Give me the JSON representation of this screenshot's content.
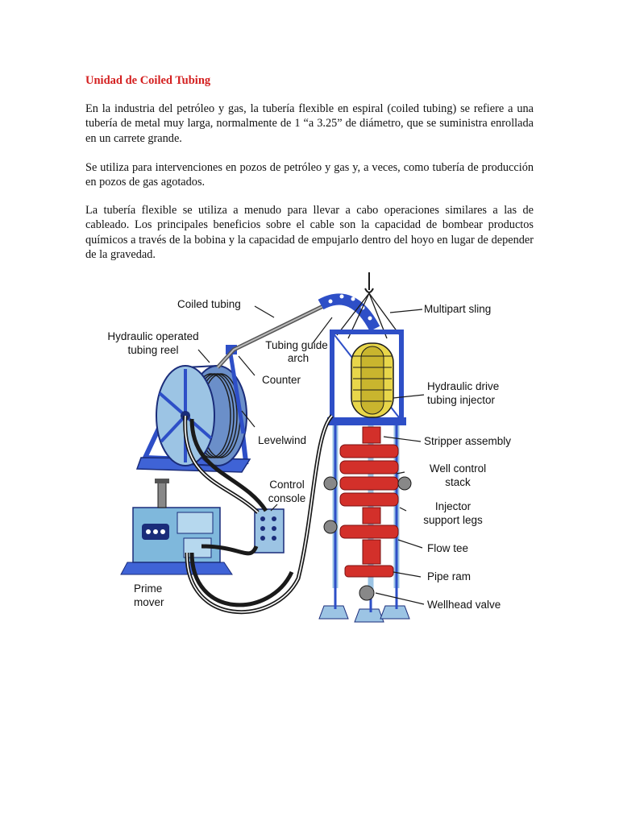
{
  "document": {
    "title": "Unidad de Coiled Tubing",
    "paragraphs": [
      "En la industria del petróleo y gas, la tubería flexible en espiral (coiled tubing) se refiere a una tubería de metal muy larga, normalmente de 1 “a 3.25” de diámetro, que se suministra enrollada en un carrete grande.",
      "Se utiliza para intervenciones en pozos de petróleo y gas y, a veces, como tubería de producción en pozos de gas agotados.",
      "La tubería flexible se utiliza a menudo para llevar a cabo operaciones similares a las de cableado. Los principales beneficios sobre el cable son la capacidad de bombear productos químicos a través de la bobina y la capacidad de empujarlo dentro del hoyo en lugar de depender de la gravedad."
    ]
  },
  "diagram": {
    "labels": {
      "coiled_tubing": "Coiled tubing",
      "reel_1": "Hydraulic operated",
      "reel_2": "tubing reel",
      "guide_1": "Tubing guide",
      "guide_2": "arch",
      "counter": "Counter",
      "levelwind": "Levelwind",
      "console_1": "Control",
      "console_2": "console",
      "prime_1": "Prime",
      "prime_2": "mover",
      "sling": "Multipart sling",
      "injector_1": "Hydraulic drive",
      "injector_2": "tubing injector",
      "stripper": "Stripper assembly",
      "wellcontrol_1": "Well control",
      "wellcontrol_2": "stack",
      "legs_1": "Injector",
      "legs_2": "support legs",
      "flowtee": "Flow tee",
      "piperam": "Pipe ram",
      "wellhead": "Wellhead valve"
    },
    "colors": {
      "frame_blue": "#2e4fc7",
      "reel_blue": "#9cc4e4",
      "stack_red": "#d3302a",
      "chain_yellow": "#e8d64a",
      "machine_blue": "#7fb8dc",
      "line_dark": "#1a1a1a"
    }
  }
}
